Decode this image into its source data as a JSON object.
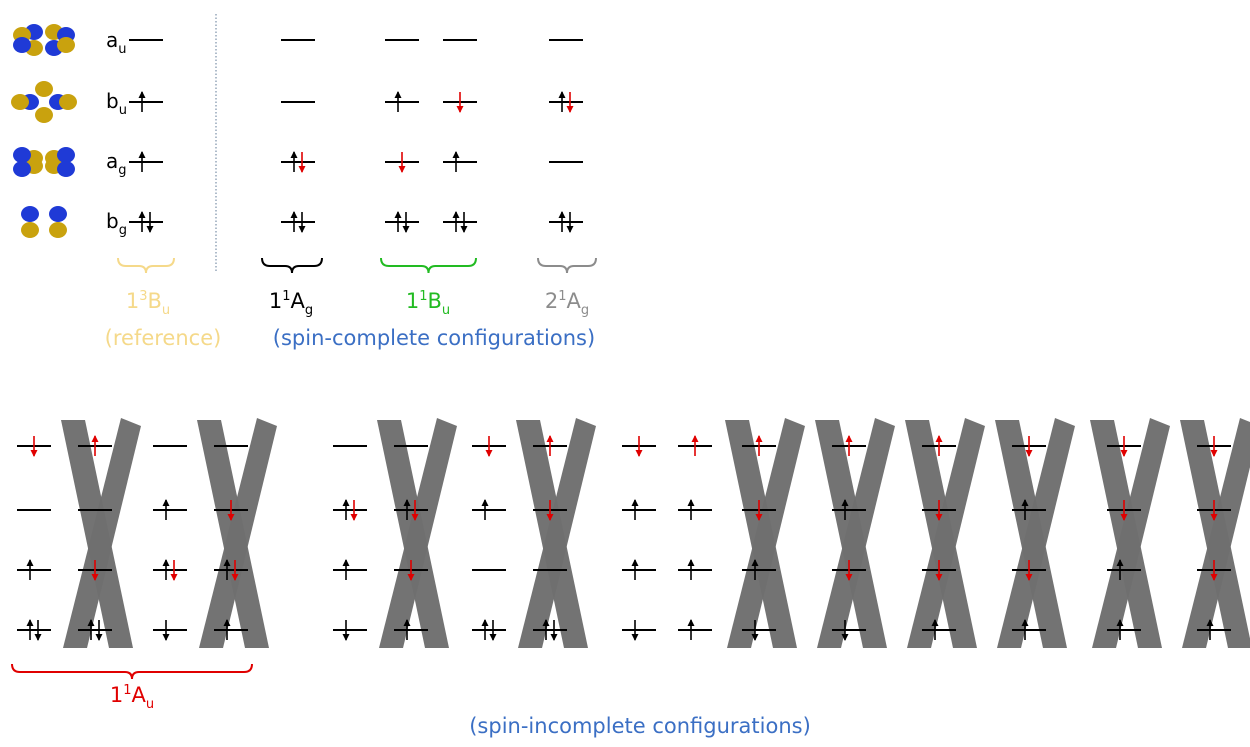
{
  "orbitals": [
    {
      "sym": "a",
      "sub": "u",
      "occ": "empty"
    },
    {
      "sym": "b",
      "sub": "u",
      "occ": "up"
    },
    {
      "sym": "a",
      "sub": "g",
      "occ": "up"
    },
    {
      "sym": "b",
      "sub": "g",
      "occ": "pair"
    }
  ],
  "orbital_icons": [
    "au-lobe-icon",
    "bu-lobe-icon",
    "ag-lobe-icon",
    "bg-lobe-icon"
  ],
  "colors": {
    "reference": "#f5d98a",
    "ag1": "#000000",
    "bu1": "#22bb22",
    "ag2": "#8c8c8c",
    "au1": "#e00000",
    "note": "#3b6fc4",
    "cross": "#6e6e6e",
    "spin_red": "#e00000",
    "lobe_blue": "#1f3ad6",
    "lobe_gold": "#c9a20e"
  },
  "state_labels": {
    "reference": {
      "main": "1",
      "sup": "3",
      "letter": "B",
      "sub": "u"
    },
    "ag1": {
      "main": "1",
      "sup": "1",
      "letter": "A",
      "sub": "g"
    },
    "bu1": {
      "main": "1",
      "sup": "1",
      "letter": "B",
      "sub": "u"
    },
    "ag2": {
      "main": "2",
      "sup": "1",
      "letter": "A",
      "sub": "g"
    },
    "au1": {
      "main": "1",
      "sup": "1",
      "letter": "A",
      "sub": "u"
    }
  },
  "notes": {
    "reference": "(reference)",
    "complete": "(spin-complete configurations)",
    "incomplete": "(spin-incomplete configurations)"
  },
  "top_configs": [
    {
      "group": "ag1",
      "levels": [
        "empty",
        "empty",
        "pair-red-down",
        "pair"
      ]
    },
    {
      "group": "bu1",
      "levels": [
        "empty",
        "up",
        "red-down",
        "pair"
      ]
    },
    {
      "group": "bu1",
      "levels": [
        "empty",
        "red-down",
        "up",
        "pair"
      ]
    },
    {
      "group": "ag2",
      "levels": [
        "empty",
        "pair-red-down",
        "empty",
        "pair"
      ]
    }
  ],
  "bottom_configs": [
    {
      "levels": [
        "red-down",
        "empty",
        "up",
        "pair"
      ],
      "crossed": false
    },
    {
      "levels": [
        "red-up",
        "empty",
        "red-down",
        "pair"
      ],
      "crossed": true
    },
    {
      "levels": [
        "empty",
        "up",
        "pair-red-down",
        "down"
      ],
      "crossed": false
    },
    {
      "levels": [
        "empty",
        "red-down",
        "pair-red-down",
        "up"
      ],
      "crossed": true
    },
    {
      "levels": [
        "empty",
        "pair-red-down",
        "up",
        "down"
      ],
      "crossed": false
    },
    {
      "levels": [
        "empty",
        "pair-red-down",
        "red-down",
        "up"
      ],
      "crossed": true
    },
    {
      "levels": [
        "red-down",
        "up",
        "empty",
        "pair"
      ],
      "crossed": false
    },
    {
      "levels": [
        "red-up",
        "red-down",
        "empty",
        "pair"
      ],
      "crossed": true
    },
    {
      "levels": [
        "red-down",
        "up",
        "up",
        "down"
      ],
      "crossed": false
    },
    {
      "levels": [
        "red-up",
        "up",
        "up",
        "up"
      ],
      "crossed": false
    },
    {
      "levels": [
        "red-up",
        "red-down",
        "up",
        "down"
      ],
      "crossed": true
    },
    {
      "levels": [
        "red-up",
        "up",
        "red-down",
        "down"
      ],
      "crossed": true
    },
    {
      "levels": [
        "red-up",
        "red-down",
        "red-down",
        "up"
      ],
      "crossed": true
    },
    {
      "levels": [
        "red-down",
        "up",
        "red-down",
        "up"
      ],
      "crossed": true
    },
    {
      "levels": [
        "red-down",
        "red-down",
        "up",
        "up"
      ],
      "crossed": true
    },
    {
      "levels": [
        "red-down",
        "red-down",
        "red-down",
        "up"
      ],
      "crossed": true
    }
  ],
  "brace_groups": [
    "reference",
    "ag1",
    "bu1",
    "ag2",
    "au1"
  ]
}
